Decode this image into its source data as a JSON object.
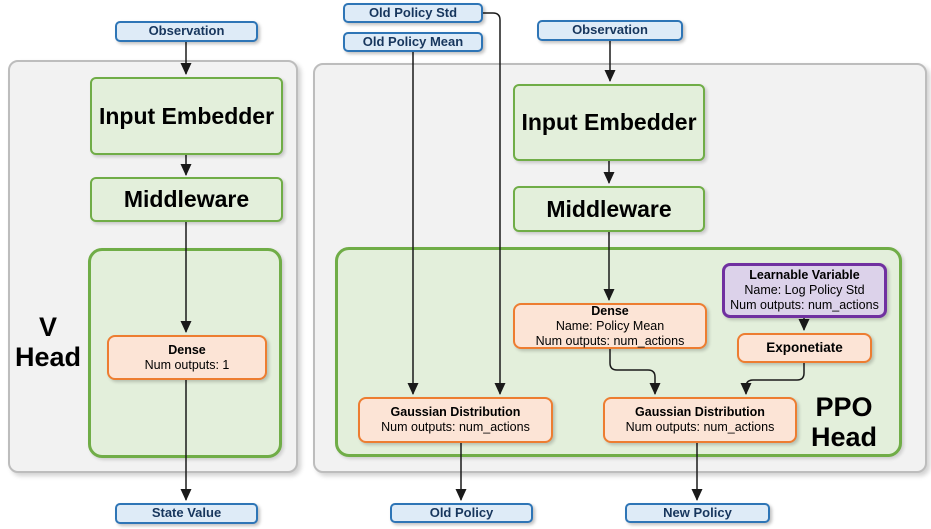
{
  "colors": {
    "blue_border": "#2e75b6",
    "blue_fill": "#deebf7",
    "blue_text": "#17365d",
    "green_border": "#70ad47",
    "green_fill": "#e3efdb",
    "orange_border": "#ed7d31",
    "orange_fill": "#fce4d6",
    "purple_border": "#7030a0",
    "purple_fill": "#dcd2ea",
    "panel_fill": "#f2f2f2",
    "panel_border": "#bdbdbd",
    "wire": "#1a1a1a",
    "text": "#000000"
  },
  "v_head": {
    "label_line1": "V",
    "label_line2": "Head",
    "observation": "Observation",
    "input_embedder": "Input Embedder",
    "middleware": "Middleware",
    "dense": {
      "title": "Dense",
      "line2": "Num outputs: 1"
    },
    "state_value": "State Value"
  },
  "ppo_head": {
    "label_line1": "PPO",
    "label_line2": "Head",
    "old_policy_std": "Old Policy Std",
    "old_policy_mean": "Old Policy Mean",
    "observation": "Observation",
    "input_embedder": "Input Embedder",
    "middleware": "Middleware",
    "dense": {
      "title": "Dense",
      "line2": "Name: Policy Mean",
      "line3": "Num outputs: num_actions"
    },
    "learnable_variable": {
      "title": "Learnable Variable",
      "line2": "Name: Log Policy Std",
      "line3": "Num outputs: num_actions"
    },
    "exponetiate": "Exponetiate",
    "gaussian_old_policy": {
      "title": "Gaussian Distribution",
      "line2": "Num outputs: num_actions"
    },
    "gaussian_new_policy": {
      "title": "Gaussian Distribution",
      "line2": "Num outputs: num_actions"
    },
    "old_policy": "Old Policy",
    "new_policy": "New Policy"
  }
}
